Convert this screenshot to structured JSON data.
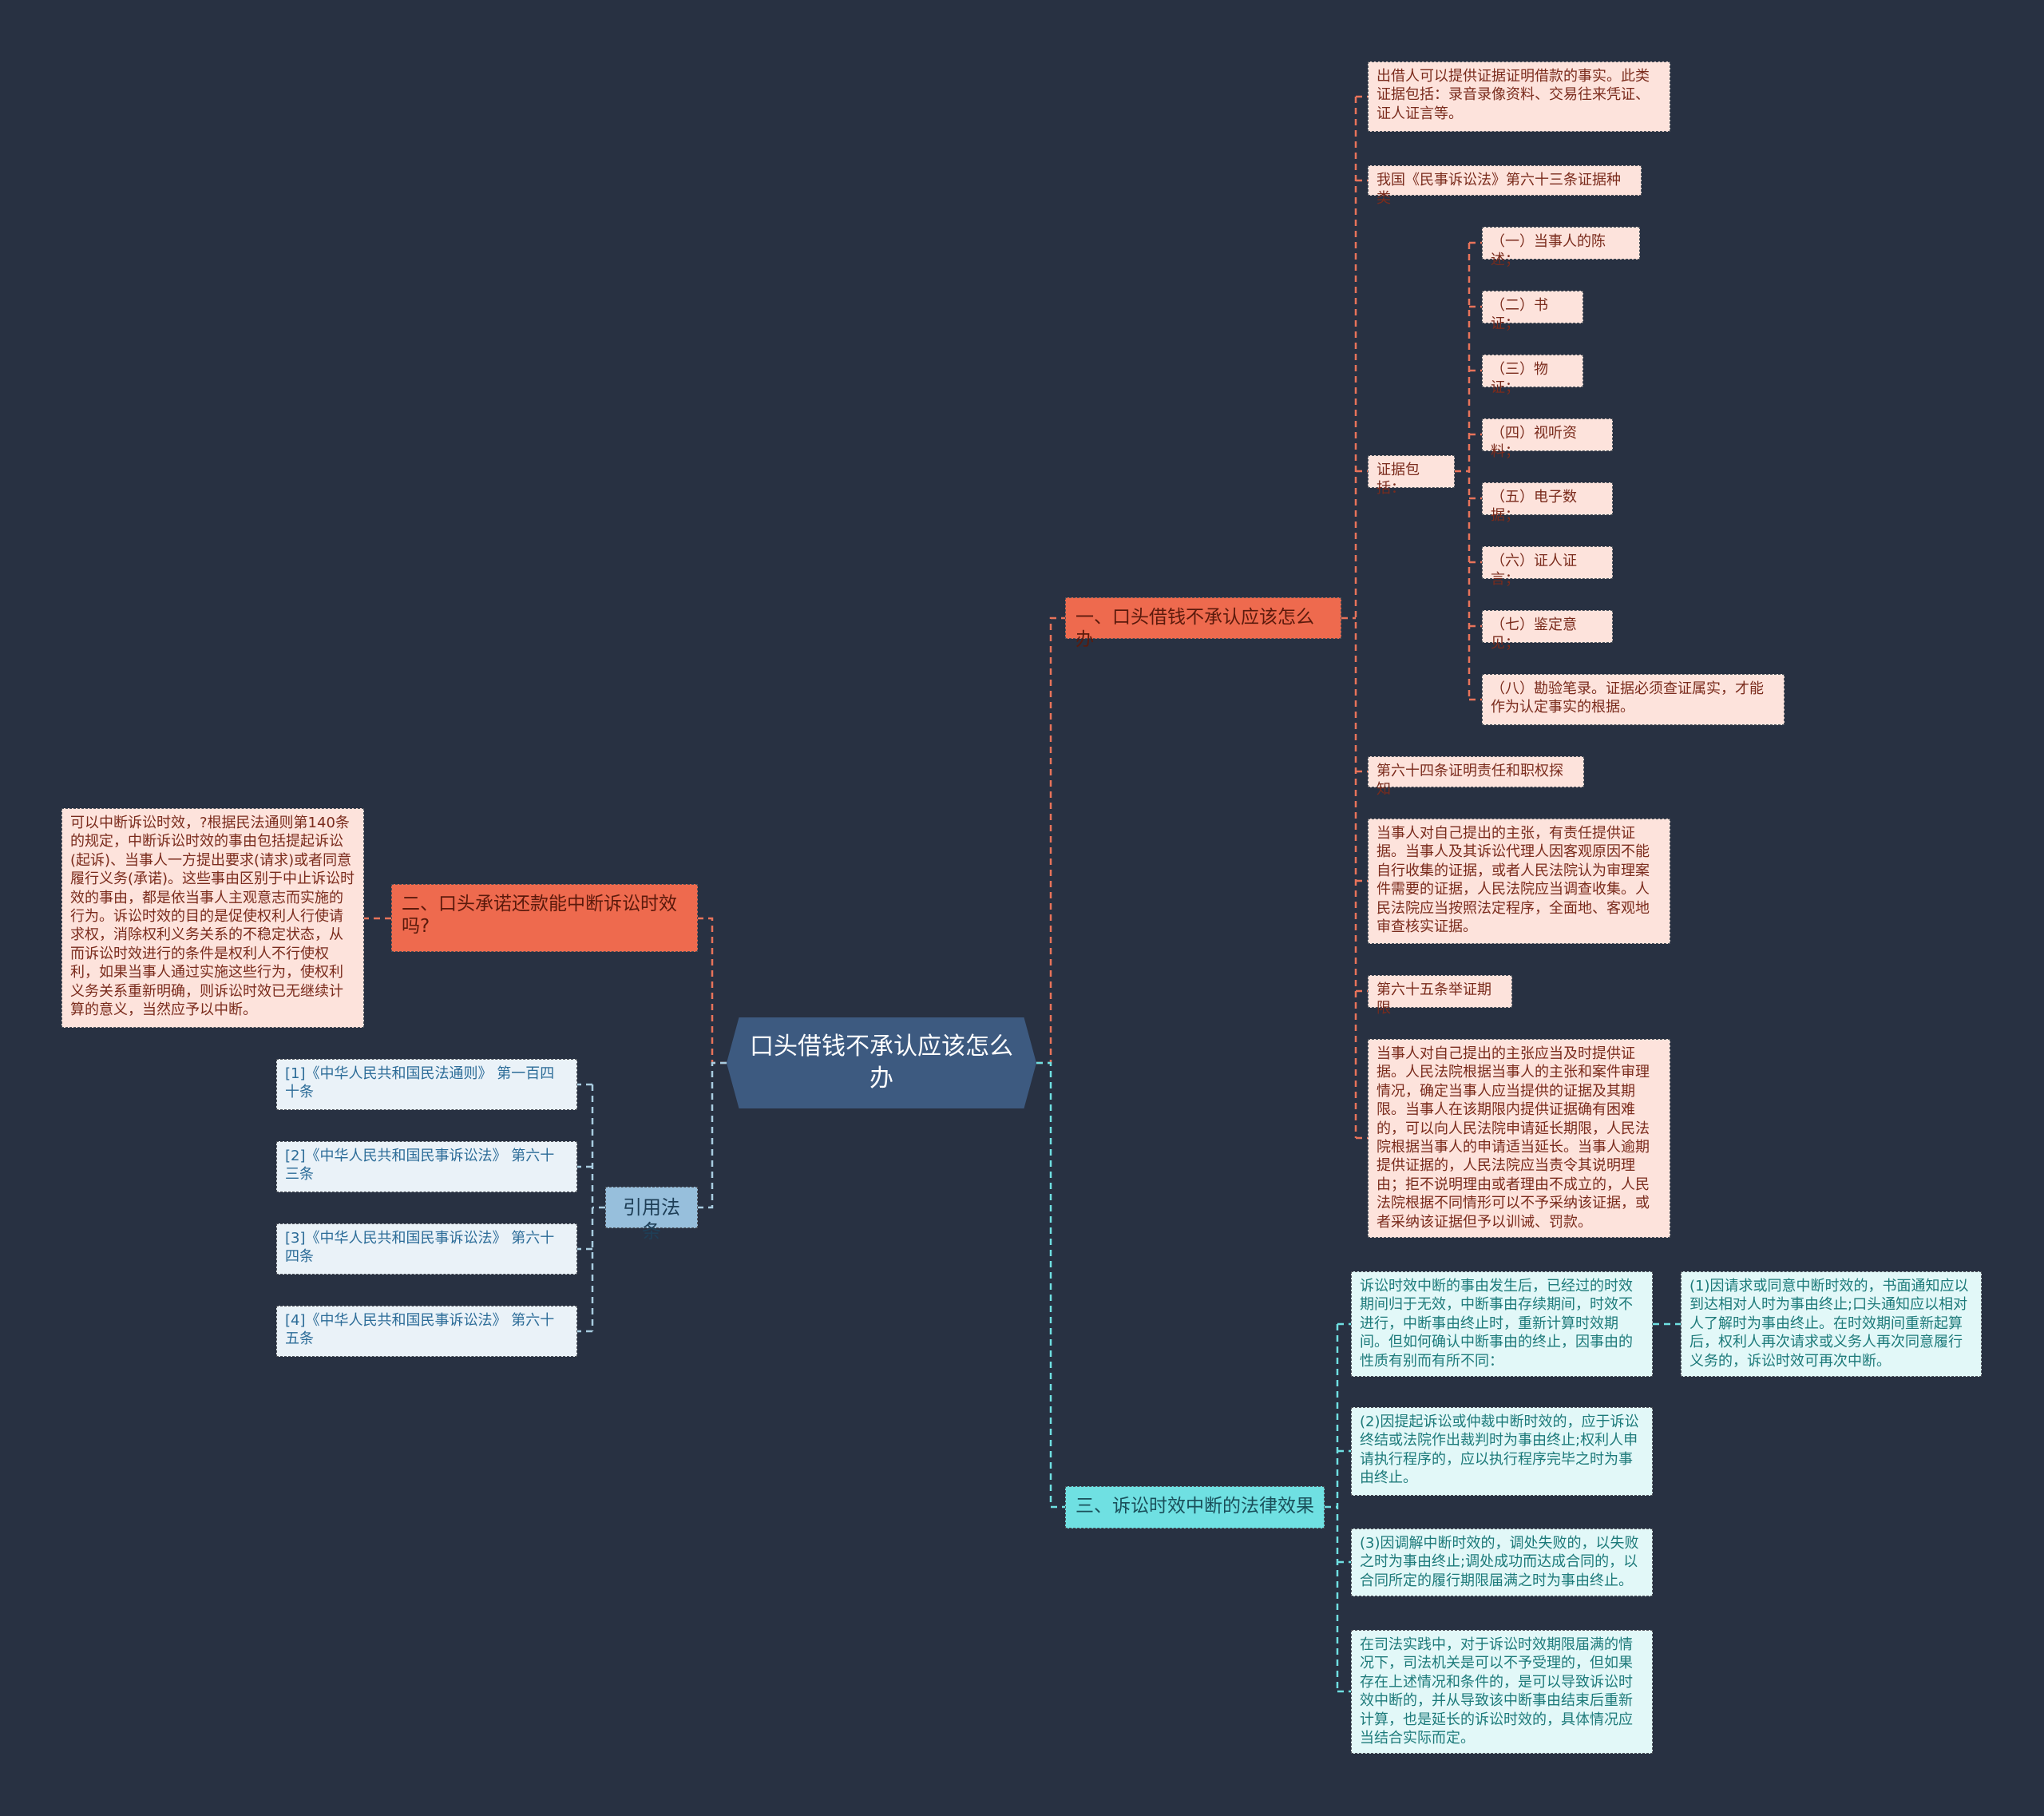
{
  "root": {
    "label": "口头借钱不承认应该怎么办"
  },
  "branch1": {
    "label": "一、口头借钱不承认应该怎么办",
    "evidence_fact": "出借人可以提供证据证明借款的事实。此类证据包括：录音录像资料、交易往来凭证、证人证言等。",
    "article63_title": "我国《民事诉讼法》第六十三条证据种类",
    "evidence_includes": "证据包括：",
    "evidence_types": [
      "（一）当事人的陈述；",
      "（二）书证；",
      "（三）物证；",
      "（四）视听资料；",
      "（五）电子数据；",
      "（六）证人证言；",
      "（七）鉴定意见；",
      "（八）勘验笔录。证据必须查证属实，才能作为认定事实的根据。"
    ],
    "article64_title": "第六十四条证明责任和职权探知",
    "article64_text": "当事人对自己提出的主张，有责任提供证据。当事人及其诉讼代理人因客观原因不能自行收集的证据，或者人民法院认为审理案件需要的证据，人民法院应当调查收集。人民法院应当按照法定程序，全面地、客观地审查核实证据。",
    "article65_title": "第六十五条举证期限",
    "article65_text": "当事人对自己提出的主张应当及时提供证据。人民法院根据当事人的主张和案件审理情况，确定当事人应当提供的证据及其期限。当事人在该期限内提供证据确有困难的，可以向人民法院申请延长期限，人民法院根据当事人的申请适当延长。当事人逾期提供证据的，人民法院应当责令其说明理由；拒不说明理由或者理由不成立的，人民法院根据不同情形可以不予采纳该证据，或者采纳该证据但予以训诫、罚款。"
  },
  "branch2": {
    "label": "二、口头承诺还款能中断诉讼时效吗?",
    "text": "可以中断诉讼时效，?根据民法通则第140条的规定，中断诉讼时效的事由包括提起诉讼(起诉)、当事人一方提出要求(请求)或者同意履行义务(承诺)。这些事由区别于中止诉讼时效的事由，都是依当事人主观意志而实施的行为。诉讼时效的目的是促使权利人行使请求权，消除权利义务关系的不稳定状态，从而诉讼时效进行的条件是权利人不行使权利，如果当事人通过实施这些行为，使权利义务关系重新明确，则诉讼时效已无继续计算的意义，当然应予以中断。"
  },
  "citations": {
    "label": "引用法条",
    "items": [
      "[1]《中华人民共和国民法通则》 第一百四十条",
      "[2]《中华人民共和国民事诉讼法》 第六十三条",
      "[3]《中华人民共和国民事诉讼法》 第六十四条",
      "[4]《中华人民共和国民事诉讼法》 第六十五条"
    ]
  },
  "branch3": {
    "label": "三、诉讼时效中断的法律效果",
    "intro": "诉讼时效中断的事由发生后，已经过的时效期间归于无效，中断事由存续期间，时效不进行，中断事由终止时，重新计算时效期间。但如何确认中断事由的终止，因事由的性质有别而有所不同：",
    "case1": "(1)因请求或同意中断时效的，书面通知应以到达相对人时为事由终止;口头通知应以相对人了解时为事由终止。在时效期间重新起算后，权利人再次请求或义务人再次同意履行义务的，诉讼时效可再次中断。",
    "case2": "(2)因提起诉讼或仲裁中断时效的，应于诉讼终结或法院作出裁判时为事由终止;权利人申请执行程序的，应以执行程序完毕之时为事由终止。",
    "case3": "(3)因调解中断时效的，调处失败的，以失败之时为事由终止;调处成功而达成合同的，以合同所定的履行期限届满之时为事由终止。",
    "practice": "在司法实践中，对于诉讼时效期限届满的情况下，司法机关是可以不予受理的，但如果存在上述情况和条件的，是可以导致诉讼时效中断的，并从导致该中断事由结束后重新计算，也是延长的诉讼时效的，具体情况应当结合实际而定。"
  },
  "colors": {
    "background": "#283142",
    "root": "#3d5a80",
    "orange": "#ee6a4e",
    "cyan": "#6fe0e2",
    "pink_box": "#fde3dc",
    "cite": "#97bfdc"
  }
}
